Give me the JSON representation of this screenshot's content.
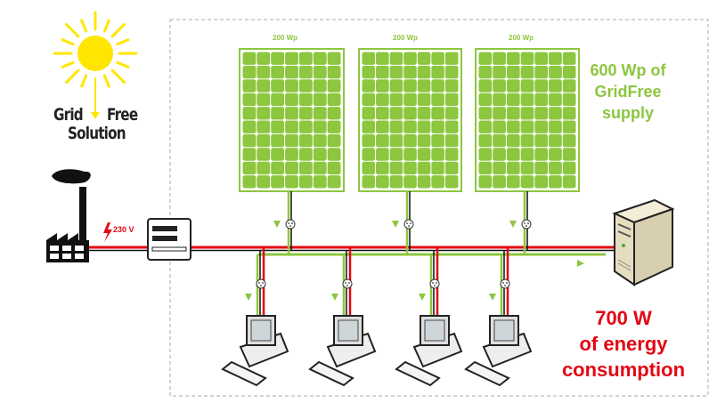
{
  "logo": {
    "line1_left": "Grid",
    "line1_right": "Free",
    "line2": "Solution"
  },
  "grid": {
    "voltage": "230 V"
  },
  "panels": [
    {
      "label": "200 Wp"
    },
    {
      "label": "200 Wp"
    },
    {
      "label": "200 Wp"
    }
  ],
  "supply_text": {
    "line1": "600 Wp of",
    "line2": "GridFree",
    "line3": "supply"
  },
  "consumption_text": {
    "line1": "700 W",
    "line2": "of energy",
    "line3": "consumption"
  },
  "colors": {
    "green": "#8dc63f",
    "red": "#e30613",
    "sun": "#ffe600"
  }
}
